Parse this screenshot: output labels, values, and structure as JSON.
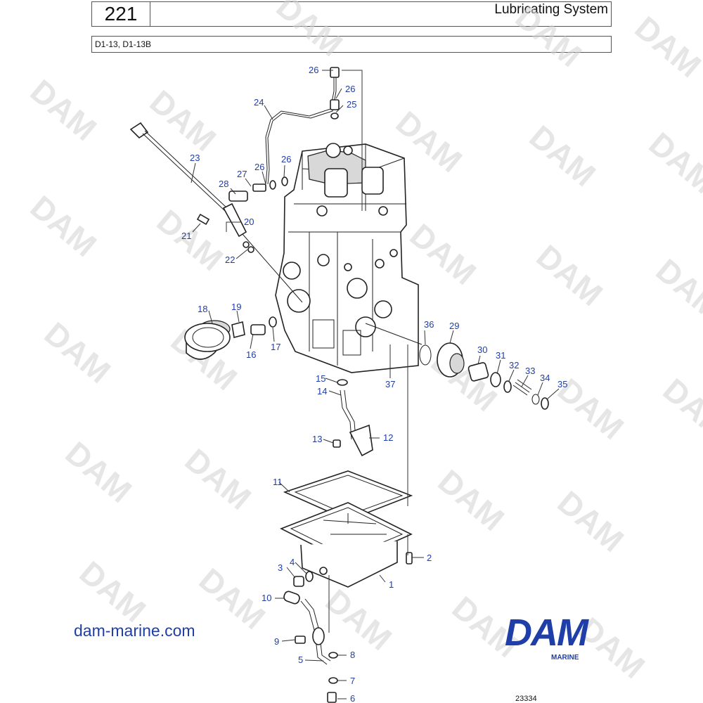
{
  "header": {
    "page_number": "221",
    "title": "Lubricating System"
  },
  "models": "D1-13, D1-13B",
  "watermark": "DAM",
  "website": "dam-marine.com",
  "logo": {
    "name": "DAM",
    "sub": "MARINE",
    "color": "#1f3ea8"
  },
  "drawing_number": "23334",
  "callouts": [
    "1",
    "2",
    "3",
    "4",
    "5",
    "6",
    "7",
    "8",
    "9",
    "10",
    "11",
    "12",
    "13",
    "14",
    "15",
    "16",
    "17",
    "18",
    "19",
    "20",
    "21",
    "22",
    "23",
    "24",
    "25",
    "26",
    "26",
    "26",
    "26",
    "27",
    "28",
    "29",
    "30",
    "31",
    "32",
    "33",
    "34",
    "35",
    "36",
    "37"
  ],
  "colors": {
    "callout_text": "#1f3ea8",
    "lines": "#222222",
    "watermark": "#d2d2d2"
  }
}
